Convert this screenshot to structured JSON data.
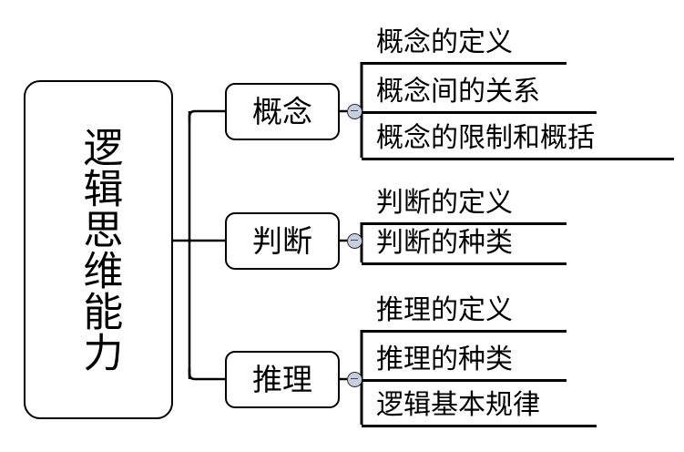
{
  "diagram": {
    "type": "mind-map",
    "title": "逻辑思维能力",
    "orientation": "left-to-right",
    "root": {
      "label": "逻辑思维能力",
      "text_direction": "vertical"
    },
    "branches": [
      {
        "label": "概念",
        "toggle_icon": "minus-circle-icon",
        "toggle_state": "expanded",
        "children": [
          {
            "label": "概念的定义"
          },
          {
            "label": "概念间的关系"
          },
          {
            "label": "概念的限制和概括"
          }
        ]
      },
      {
        "label": "判断",
        "toggle_icon": "minus-circle-icon",
        "toggle_state": "expanded",
        "children": [
          {
            "label": "判断的定义"
          },
          {
            "label": "判断的种类"
          }
        ]
      },
      {
        "label": "推理",
        "toggle_icon": "minus-circle-icon",
        "toggle_state": "expanded",
        "children": [
          {
            "label": "推理的定义"
          },
          {
            "label": "推理的种类"
          },
          {
            "label": "逻辑基本规律"
          }
        ]
      }
    ],
    "colors": {
      "background": "#ffffff",
      "stroke": "#000000",
      "text": "#000000",
      "toggle_fill": "#c8cede",
      "toggle_stroke": "#2b2b3a"
    }
  }
}
